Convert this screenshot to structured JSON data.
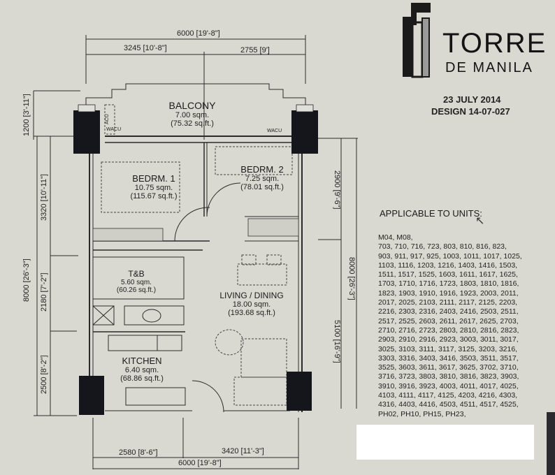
{
  "brand": {
    "name_line1": "TORRE",
    "name_line2": "DE MANILA",
    "date": "23 JULY 2014",
    "design": "DESIGN 14-07-027"
  },
  "dimensions": {
    "top_total": "6000 [19'-8\"]",
    "top_left": "3245 [10'-8\"]",
    "top_right": "2755 [9']",
    "bottom_left": "2580 [8'-6\"]",
    "bottom_right": "3420 [11'-3\"]",
    "bottom_total": "6000 [19'-8\"]",
    "left_balcony": "1200 [3'-11\"]",
    "left_bedroom": "3320 [10'-11\"]",
    "left_total": "8000 [26'-3\"]",
    "left_tb": "2180 [7'-2\"]",
    "left_kitchen": "2500 [8'-2\"]",
    "right_bedroom": "2900 [9'-6\"]",
    "right_total": "8000 [26'-3\"]",
    "right_living": "5100 [16'-9\"]"
  },
  "rooms": {
    "balcony": {
      "name": "BALCONY",
      "area_sqm": "7.00 sqm.",
      "area_sqft": "(75.32 sq.ft.)"
    },
    "bedroom1": {
      "name": "BEDRM. 1",
      "area_sqm": "10.75 sqm.",
      "area_sqft": "(115.67 sq.ft.)"
    },
    "bedroom2": {
      "name": "BEDRM. 2",
      "area_sqm": "7.25 sqm.",
      "area_sqft": "(78.01 sq.ft.)"
    },
    "tb": {
      "name": "T&B",
      "area_sqm": "5.60 sqm.",
      "area_sqft": "(60.26 sq.ft.)"
    },
    "living": {
      "name": "LIVING / DINING",
      "area_sqm": "18.00 sqm.",
      "area_sqft": "(193.68 sq.ft.)"
    },
    "kitchen": {
      "name": "KITCHEN",
      "area_sqm": "6.40 sqm.",
      "area_sqft": "(68.86 sq.ft.)"
    }
  },
  "fixtures": {
    "acu": "ACU",
    "wacu_left": "WACU",
    "wacu_right": "WACU"
  },
  "units": {
    "title": "APPLICABLE TO UNITS:",
    "list": "M04, M08,\n703, 710, 716, 723, 803, 810, 816, 823,\n903, 911, 917, 925, 1003, 1011, 1017, 1025,\n1103, 1116, 1203, 1216, 1403, 1416, 1503,\n1511, 1517, 1525, 1603, 1611, 1617, 1625,\n1703, 1710, 1716, 1723, 1803, 1810, 1816,\n1823, 1903, 1910, 1916, 1923, 2003, 2011,\n2017, 2025, 2103, 2111, 2117, 2125, 2203,\n2216, 2303, 2316, 2403, 2416, 2503, 2511,\n2517, 2525, 2603, 2611, 2617, 2625, 2703,\n2710, 2716, 2723, 2803, 2810, 2816, 2823,\n2903, 2910, 2916, 2923, 3003, 3011, 3017,\n3025, 3103, 3111, 3117, 3125, 3203, 3216,\n3303, 3316, 3403, 3416, 3503, 3511, 3517,\n3525, 3603, 3611, 3617, 3625, 3702, 3710,\n3716, 3723, 3803, 3810, 3816, 3823, 3903,\n3910, 3916, 3923, 4003, 4011, 4017, 4025,\n4103, 4111, 4117, 4125, 4203, 4216, 4303,\n4316, 4403, 4416, 4503, 4511, 4517, 4525,\nPH02, PH10, PH15, PH23,"
  },
  "colors": {
    "paper": "#d9d9d2",
    "ink": "#1c1c1c",
    "column_fill": "#15151c",
    "redaction": "#ffffff"
  }
}
